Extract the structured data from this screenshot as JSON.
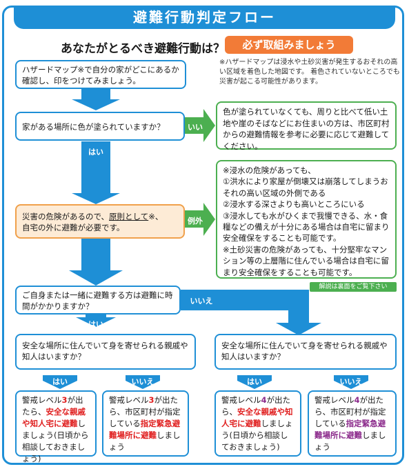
{
  "title": "避難行動判定フロー",
  "question": "あなたがとるべき避難行動は？",
  "badge": "必ず取組みましょう",
  "note_hazard": "※ハザードマップは浸水や土砂災害が発生するおそれの高い区域を着色した地図です。 着色されていないところでも災害が起こる可能性があります。",
  "step1": "ハザードマップ※で自分の家がどこにあるか確認し、印をつけてみましょう。",
  "q1": "家がある場所に色が塗られていますか？",
  "q1_no": "いいえ",
  "q1_yes": "はい",
  "q1_no_text": "色が塗られていなくても、周りと比べて低い土地や崖のそばなどにお住まいの方は、市区町村からの避難情報を参考に必要に応じて避難してください。",
  "danger_a": "災害の危険があるので、",
  "danger_b": "原則として",
  "danger_c": "※、",
  "danger_d": "自宅の外に避難が必要です。",
  "exception_label": "例外",
  "exception_lines": [
    "※浸水の危険があっても、",
    "①洪水により家屋が倒壊又は崩落してしまうおそれの高い区域の外側である",
    "②浸水する深さよりも高いところにいる",
    "③浸水しても水がひくまで我慢できる、水・食糧などの備えが十分にある場合は自宅に留まり安全確保をすることも可能です。",
    "※土砂災害の危険があっても、十分堅牢なマンション等の上層階に住んでいる場合は自宅に留まり安全確保をすることも可能です。"
  ],
  "hint": "解説は裏面をご覧下さい",
  "q2": "ご自身または一緒に避難する方は避難に時間がかかりますか？",
  "q2_yes": "はい",
  "q2_no": "いいえ",
  "q3": "安全な場所に住んでいて身を寄せられる親戚や知人はいますか？",
  "q3_yes": "はい",
  "q3_no": "いいえ",
  "q4": "安全な場所に住んでいて身を寄せられる親戚や知人はいますか？",
  "q4_yes": "はい",
  "q4_no": "いいえ",
  "r1_a": "警戒レベル",
  "r1_n": "3",
  "r1_b": "が出たら、",
  "r1_c": "安全な親戚や知人宅に避難",
  "r1_d": "しましょう(日頃から相談しておきましょう)",
  "r2_a": "警戒レベル",
  "r2_n": "3",
  "r2_b": "が出たら、市区町村が指定している",
  "r2_c": "指定緊急避難場所に避難",
  "r2_d": "しましょう",
  "r3_a": "警戒レベル",
  "r3_n": "4",
  "r3_b": "が出たら、",
  "r3_c": "安全な親戚や知人宅に避難",
  "r3_d": "しましょう(日頃から相談しておきましょう)",
  "r4_a": "警戒レベル",
  "r4_n": "4",
  "r4_b": "が出たら、市区町村が指定している",
  "r4_c": "指定緊急避難場所に避難",
  "r4_d": "しましょう",
  "colors": {
    "blue": "#1e8fd6",
    "green": "#4caf50",
    "orange": "#f27b37"
  }
}
